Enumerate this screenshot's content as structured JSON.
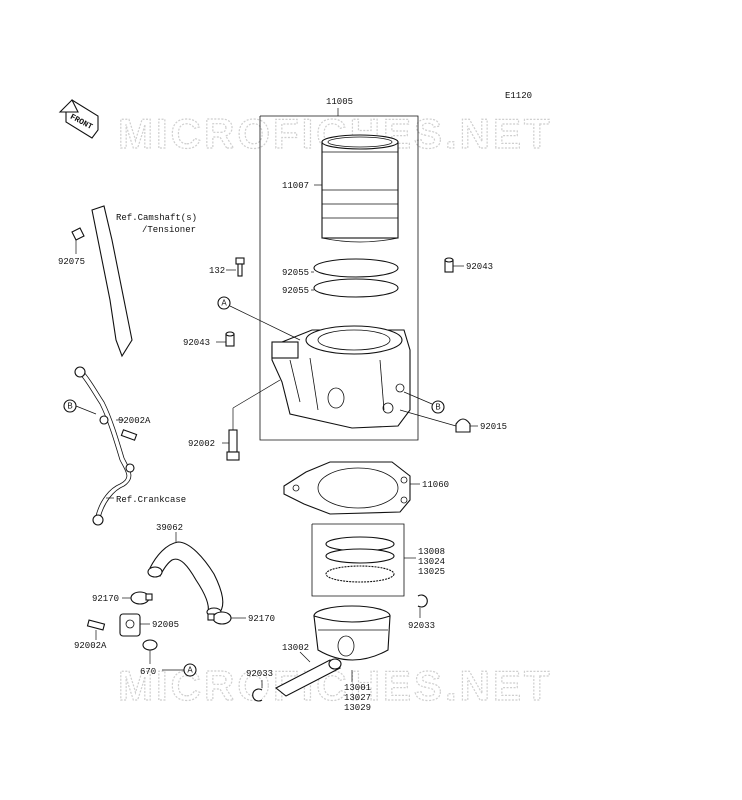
{
  "diagram_code": "E1120",
  "front_arrow_label": "FRONT",
  "watermark": "MICROFICHES.NET",
  "parts": {
    "p11005": "11005",
    "p11007": "11007",
    "p132": "132",
    "p92055a": "92055",
    "p92055b": "92055",
    "p92043a": "92043",
    "p92043b": "92043",
    "p92015": "92015",
    "p92002": "92002",
    "p11060": "11060",
    "p92075": "92075",
    "p92002a": "92002A",
    "p39062": "39062",
    "p92170a": "92170",
    "p92170b": "92170",
    "p92005": "92005",
    "p92002a_2": "92002A",
    "p670": "670",
    "p13008": "13008",
    "p13024": "13024",
    "p13025": "13025",
    "p92033a": "92033",
    "p92033b": "92033",
    "p13002": "13002",
    "p13001": "13001",
    "p13027": "13027",
    "p13029": "13029"
  },
  "refs": {
    "camshaft_line1": "Ref.Camshaft(s)",
    "camshaft_line2": "/Tensioner",
    "crankcase": "Ref.Crankcase"
  },
  "markers": {
    "a_top": "A",
    "b_left": "B",
    "b_right": "B",
    "a_bottom": "A"
  }
}
